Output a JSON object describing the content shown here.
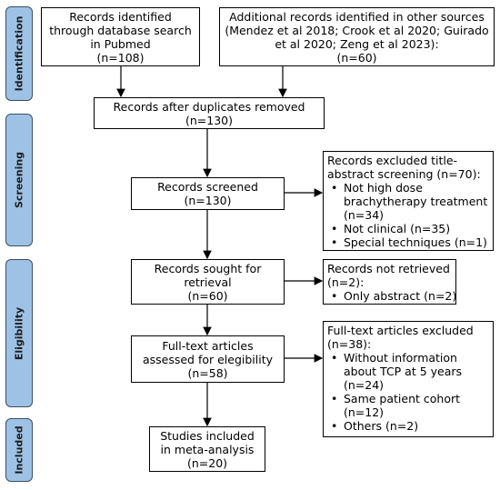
{
  "phases": {
    "identification": "Identification",
    "screening": "Screening",
    "eligibility": "Eligibility",
    "included": "Included"
  },
  "boxes": {
    "pubmed": [
      "Records identified",
      "through database search",
      "in Pubmed",
      "(n=108)"
    ],
    "additional": [
      "Additional records identified in other sources",
      "(Mendez et al 2018; Crook et al 2020; Guirado",
      "et al 2020; Zeng et al 2023):",
      "(n=60)"
    ],
    "duplicates": [
      "Records after duplicates removed",
      "(n=130)"
    ],
    "screened": [
      "Records screened",
      "(n=130)"
    ],
    "sought": [
      "Records sought for",
      "retrieval",
      "(n=60)"
    ],
    "fulltext": [
      "Full-text articles",
      "assessed for elegibility",
      "(n=58)"
    ],
    "included": [
      "Studies included",
      "in meta-analysis",
      "(n=20)"
    ]
  },
  "excluded_screening": {
    "header": [
      "Records excluded title-",
      "abstract screening (n=70):"
    ],
    "items": [
      [
        "Not high dose",
        "brachytherapy treatment",
        "(n=34)"
      ],
      [
        "Not clinical (n=35)"
      ],
      [
        "Special techniques (n=1)"
      ]
    ]
  },
  "not_retrieved": {
    "header": [
      "Records not retrieved",
      "(n=2):"
    ],
    "items": [
      [
        "Only abstract (n=2)"
      ]
    ]
  },
  "excluded_fulltext": {
    "header": [
      "Full-text articles excluded",
      "(n=38):"
    ],
    "items": [
      [
        "Without information",
        "about TCP at 5 years",
        "(n=24)"
      ],
      [
        "Same patient cohort",
        "(n=12)"
      ],
      [
        "Others (n=2)"
      ]
    ]
  }
}
